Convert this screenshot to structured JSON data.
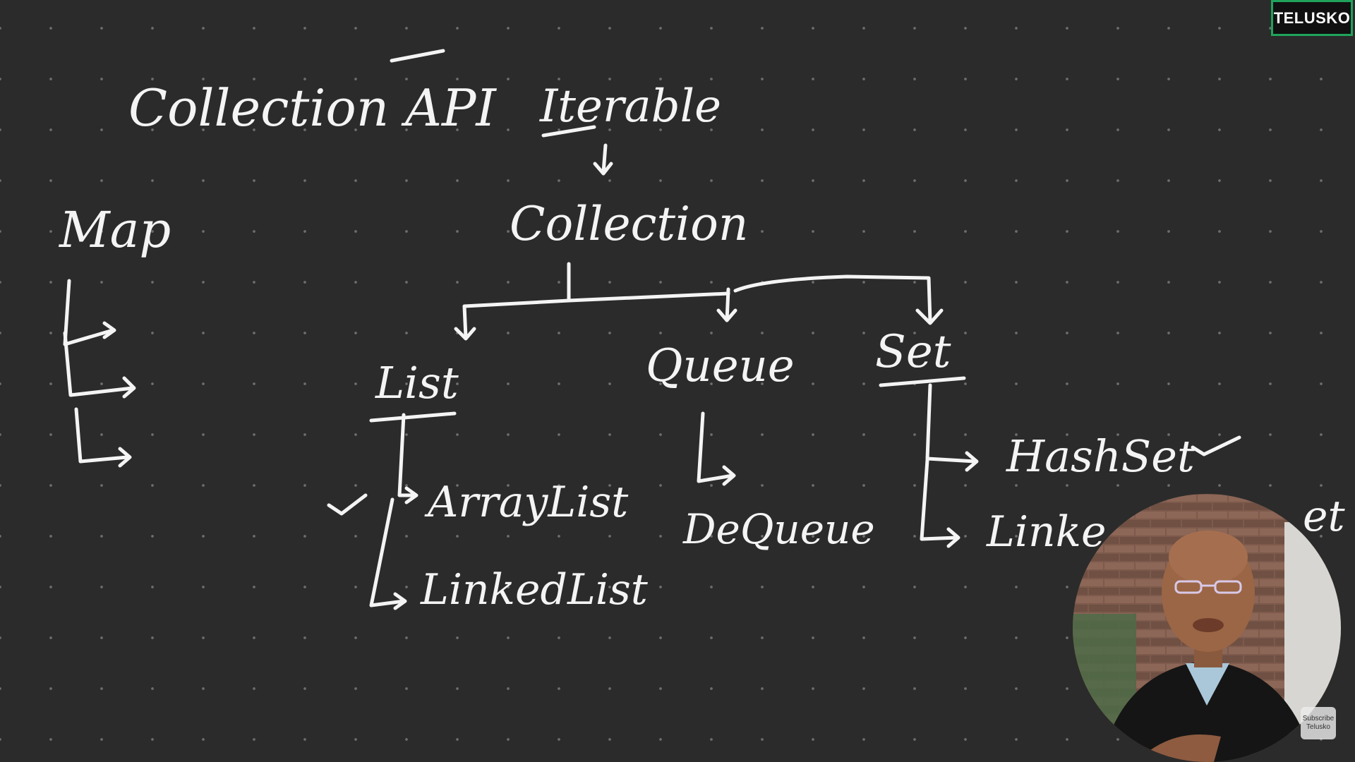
{
  "board": {
    "title": "Collection API",
    "map_label": "Map",
    "root": "Iterable",
    "collection": "Collection",
    "branches": {
      "list": "List",
      "queue": "Queue",
      "set": "Set"
    },
    "list_children": [
      "ArrayList",
      "LinkedList"
    ],
    "queue_children": [
      "DeQueue"
    ],
    "set_children": [
      "HashSet",
      "Linke",
      "et"
    ]
  },
  "overlay": {
    "logo": "TELUSKO",
    "subscribe_line1": "Subscribe",
    "subscribe_line2": "Telusko"
  },
  "colors": {
    "board_background": "#2b2b2b",
    "ink": "#f4f4f4",
    "logo_border": "#1fa35b"
  }
}
